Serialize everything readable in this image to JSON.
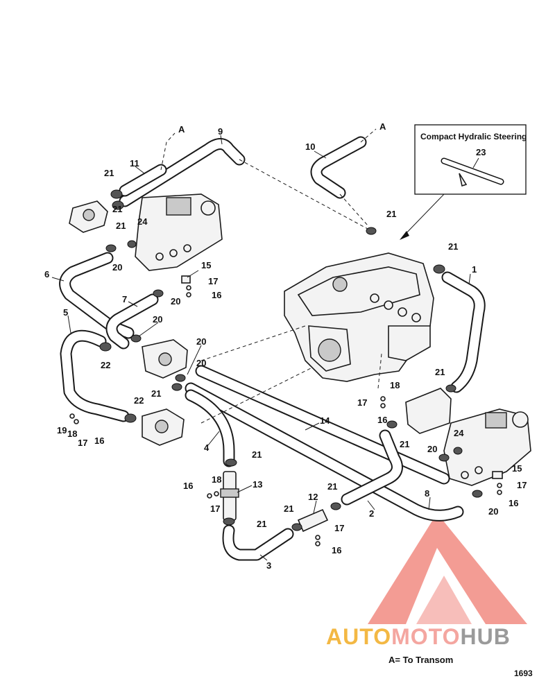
{
  "inset": {
    "title": "Compact Hydralic Steering",
    "part": "23"
  },
  "transom_marker": "A",
  "legend": "A= To Transom",
  "figure_number": "1693",
  "watermark": {
    "part1": "AUTO",
    "part2": "MOTO",
    "part3": "HUB",
    "colors": {
      "auto": "#f3b844",
      "moto": "#f4a6a0",
      "hub": "#9a9a9a",
      "logo": "#f28b82"
    }
  },
  "callouts": {
    "c1": "1",
    "c2": "2",
    "c3": "3",
    "c4": "4",
    "c5": "5",
    "c6": "6",
    "c7": "7",
    "c8": "8",
    "c9": "9",
    "c10": "10",
    "c11": "11",
    "c12": "12",
    "c13": "13",
    "c14": "14",
    "c15a": "15",
    "c15b": "15",
    "c16a": "16",
    "c16b": "16",
    "c16c": "16",
    "c16d": "16",
    "c16e": "16",
    "c16f": "16",
    "c17a": "17",
    "c17b": "17",
    "c17c": "17",
    "c17d": "17",
    "c17e": "17",
    "c17f": "17",
    "c18a": "18",
    "c18b": "18",
    "c18c": "18",
    "c19": "19",
    "c20a": "20",
    "c20b": "20",
    "c20c": "20",
    "c20d": "20",
    "c20e": "20",
    "c20f": "20",
    "c20g": "20",
    "c21a": "21",
    "c21b": "21",
    "c21c": "21",
    "c21d": "21",
    "c21e": "21",
    "c21f": "21",
    "c21g": "21",
    "c21h": "21",
    "c21i": "21",
    "c21j": "21",
    "c21k": "21",
    "c21l": "21",
    "c22a": "22",
    "c22b": "22",
    "c24a": "24",
    "c24b": "24"
  }
}
